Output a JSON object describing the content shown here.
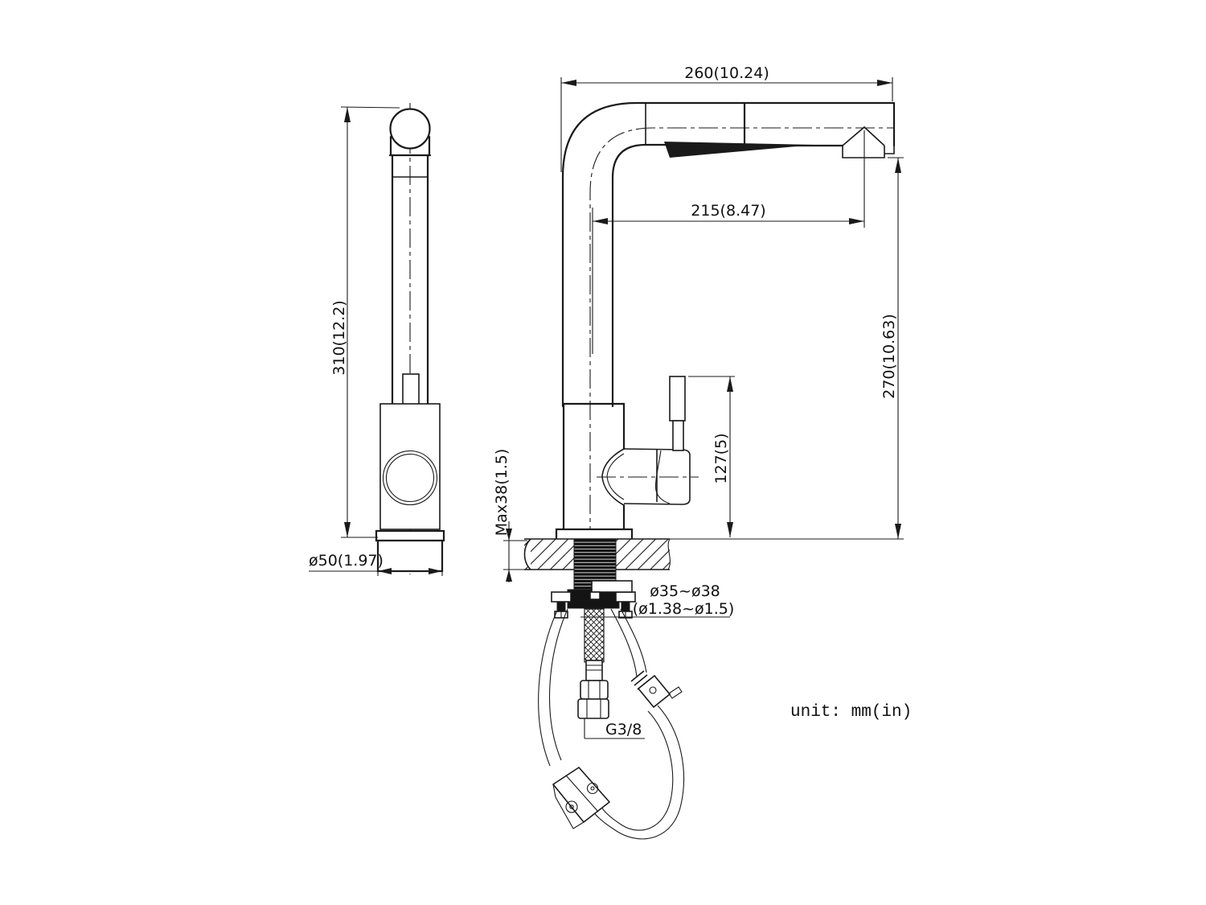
{
  "drawing": {
    "kind": "pull-out kitchen faucet installation drawing",
    "unit_note": "unit: mm(in)",
    "dimensions": {
      "spout_reach": "260(10.24)",
      "aerator_offset": "215(8.47)",
      "total_height": "310(12.2)",
      "spout_height": "270(10.63)",
      "handle_top_height": "127(5)",
      "max_deck_thickness": "Max38(1.5)",
      "base_diameter": "ø50(1.97)",
      "hole_diameter_mm": "ø35~ø38",
      "hole_diameter_in": "(ø1.38~ø1.5)",
      "supply_thread": "G3/8"
    },
    "colors": {
      "line": "#1a1a1a",
      "background": "#ffffff"
    }
  }
}
